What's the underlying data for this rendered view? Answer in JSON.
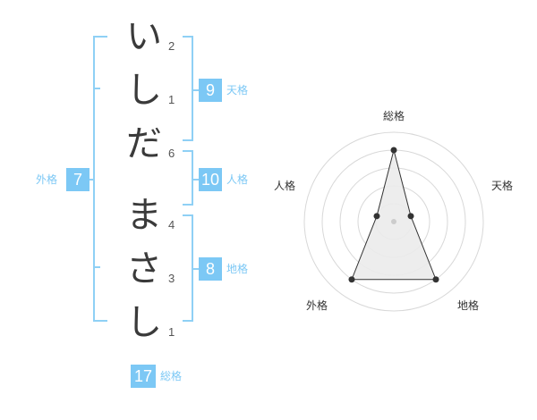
{
  "name_chars": [
    {
      "char": "い",
      "strokes": "2"
    },
    {
      "char": "し",
      "strokes": "1"
    },
    {
      "char": "だ",
      "strokes": "6"
    },
    {
      "char": "ま",
      "strokes": "4"
    },
    {
      "char": "さ",
      "strokes": "3"
    },
    {
      "char": "し",
      "strokes": "1"
    }
  ],
  "fortune": {
    "tenkaku": {
      "label": "天格",
      "value": "9"
    },
    "jinkaku": {
      "label": "人格",
      "value": "10"
    },
    "chikaku": {
      "label": "地格",
      "value": "8"
    },
    "gaikaku": {
      "label": "外格",
      "value": "7"
    },
    "soukaku": {
      "label": "総格",
      "value": "17"
    }
  },
  "colors": {
    "accent": "#7cc8f5",
    "text": "#3a3a3a",
    "radar_fill": "#ebebeb"
  },
  "chart_data": {
    "type": "radar",
    "axes": [
      "総格",
      "天格",
      "地格",
      "外格",
      "人格"
    ],
    "values": [
      4,
      1,
      4,
      4,
      1
    ],
    "rmax": 5,
    "rings": 5
  }
}
